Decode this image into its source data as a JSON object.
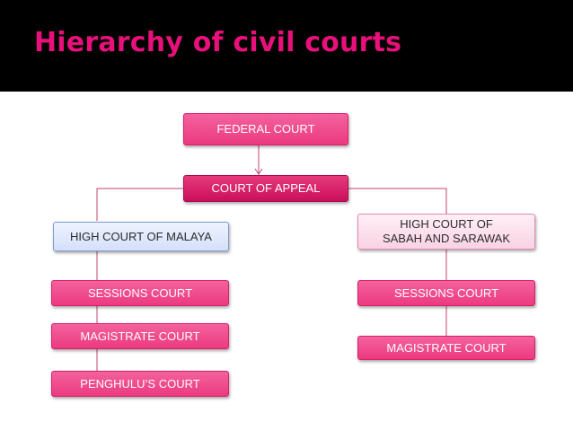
{
  "slide": {
    "title": "Hierarchy of civil courts"
  },
  "colors": {
    "title": "#e8107a",
    "box_pink": "#ef4a8a",
    "box_dark": "#d51f68",
    "box_blue": "#dce6fb",
    "box_light_pink": "#fbdce9",
    "connector": "#c0446e"
  },
  "courts": {
    "federal": "FEDERAL COURT",
    "appeal": "COURT OF APPEAL",
    "high_malaya": "HIGH COURT OF MALAYA",
    "high_sabah_line1": "HIGH COURT OF",
    "high_sabah_line2": "SABAH AND SARAWAK",
    "sessions_left": "SESSIONS COURT",
    "magistrate_left": "MAGISTRATE COURT",
    "penghulu": "PENGHULU’S COURT",
    "sessions_right": "SESSIONS COURT",
    "magistrate_right": "MAGISTRATE COURT"
  }
}
